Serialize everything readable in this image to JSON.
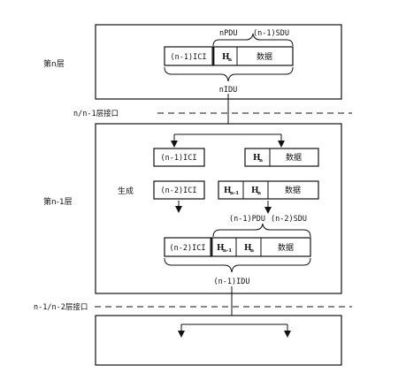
{
  "layers": {
    "n": "第n层",
    "n1": "第n-1层"
  },
  "interfaces": {
    "n_n1": "n/n-1层接口",
    "n1_n2": "n-1/n-2层接口"
  },
  "labels": {
    "npdu": "nPDU",
    "n1_sdu": "(n-1)SDU",
    "nidu": "nIDU",
    "generate": "生成",
    "n1_pdu": "(n-1)PDU",
    "n2_sdu": "(n-2)SDU",
    "n1_idu": "(n-1)IDU"
  },
  "cells": {
    "ici_n1": "(n-1)ICI",
    "ici_n2": "(n-2)ICI",
    "h": "H",
    "sub_n": "n",
    "sub_n1": "n-1",
    "data": "数据"
  }
}
